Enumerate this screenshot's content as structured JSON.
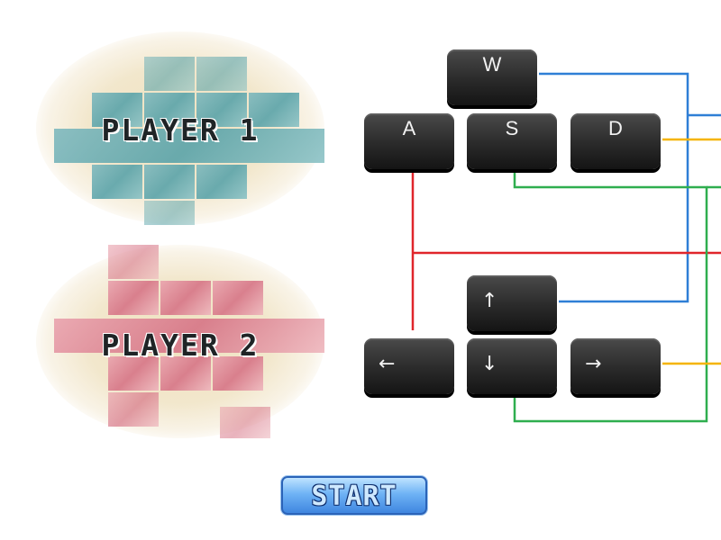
{
  "players": [
    {
      "label": "PLAYER 1",
      "color": "#5aa3a9"
    },
    {
      "label": "PLAYER 2",
      "color": "#d67486"
    }
  ],
  "keys": {
    "w": "W",
    "a": "A",
    "s": "S",
    "d": "D",
    "up": "↑",
    "left": "←",
    "down": "↓",
    "right": "→"
  },
  "wire_colors": {
    "up": "#2f7fd6",
    "left": "#e0252b",
    "down": "#2fae4f",
    "right": "#f5b400"
  },
  "start": {
    "label": "START"
  }
}
